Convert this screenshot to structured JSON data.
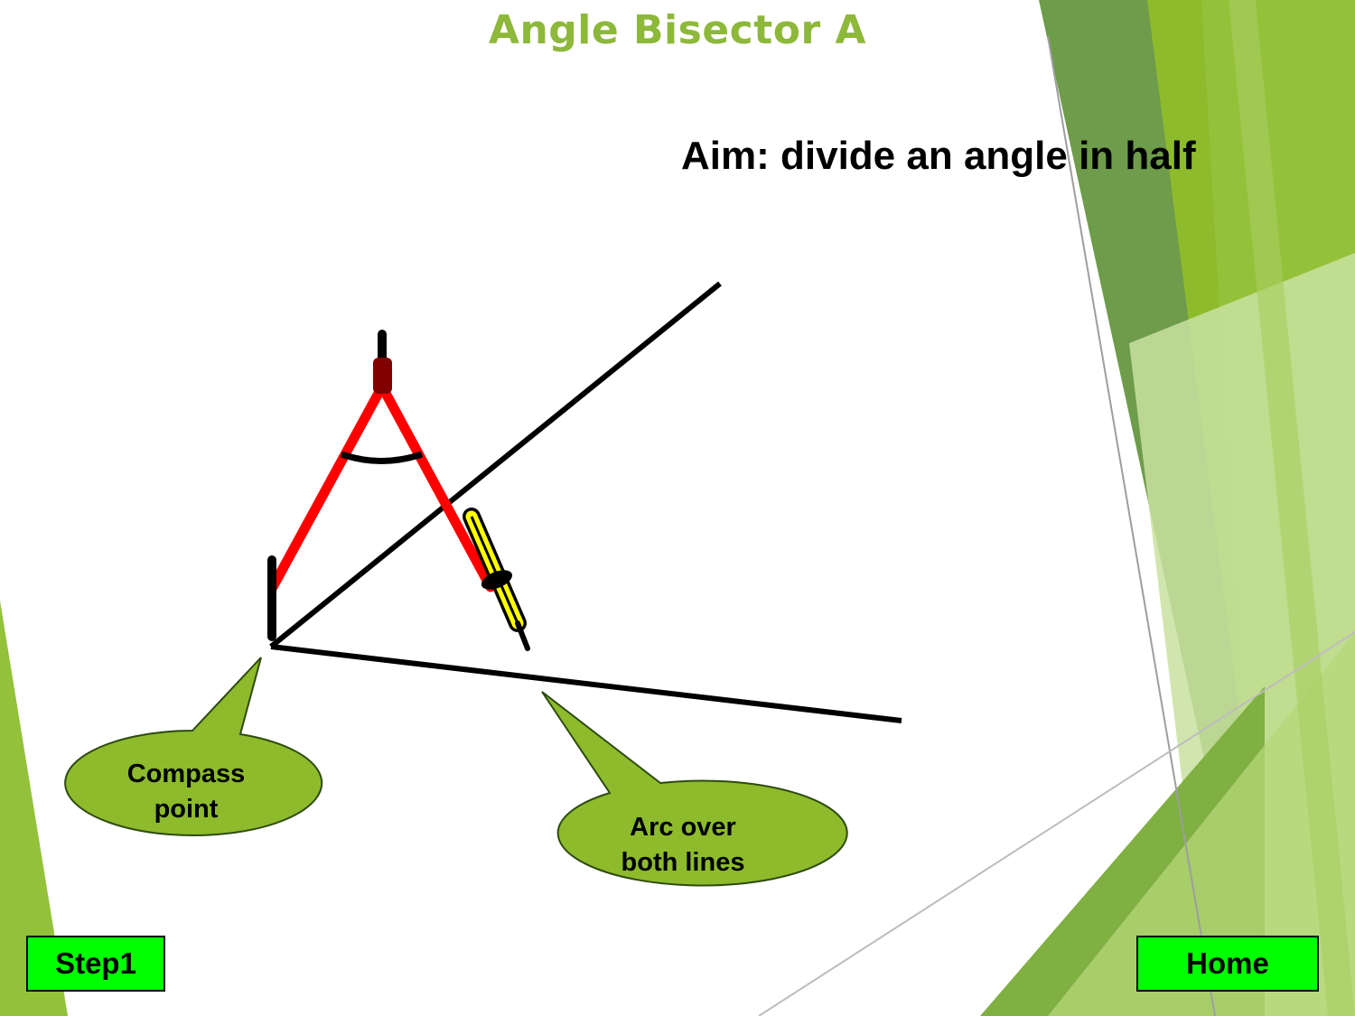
{
  "slide": {
    "title": "Angle Bisector A",
    "aim": "Aim: divide an angle in half"
  },
  "callouts": {
    "compass_point": [
      "Compass",
      "point"
    ],
    "arc_over_lines": [
      "Arc over",
      "both lines"
    ]
  },
  "buttons": {
    "step": "Step1",
    "home": "Home"
  },
  "colors": {
    "title_green": "#8DB83A",
    "callout_fill": "#8DBB2C",
    "button_fill": "#00FF00",
    "compass_leg": "#FF0000",
    "compass_hinge": "#800000",
    "pencil": "#FFFF00",
    "theme_green_dark": "#6A9A45",
    "theme_green": "#8DBB2C",
    "theme_green_light": "#C5E09A"
  }
}
